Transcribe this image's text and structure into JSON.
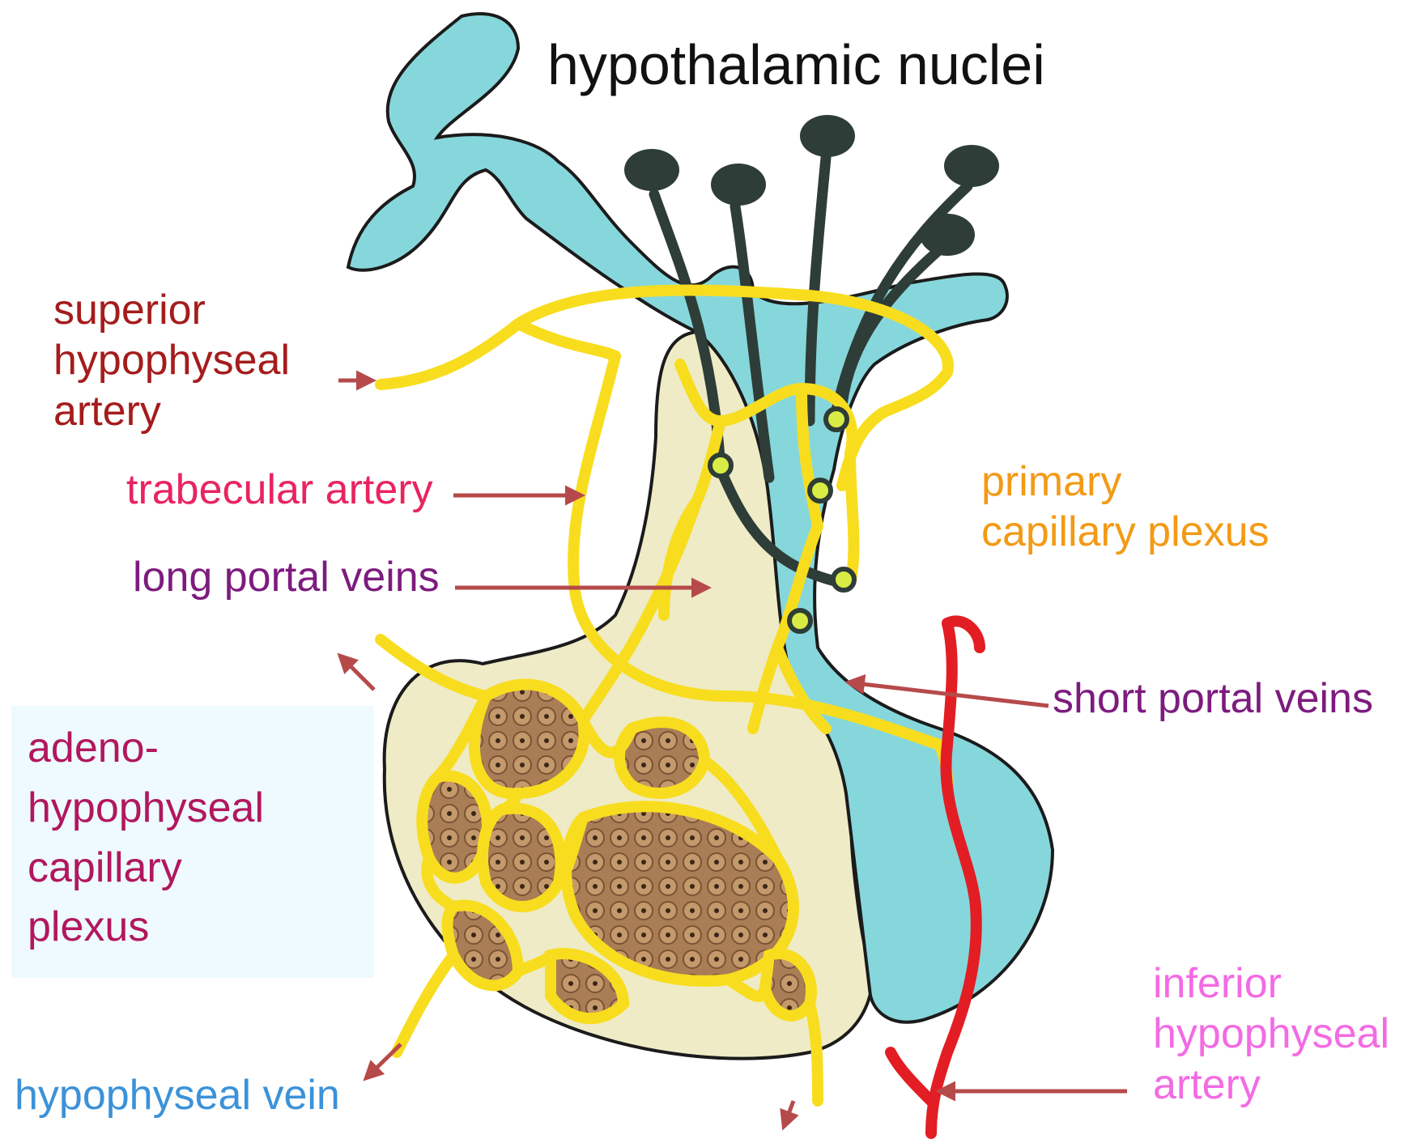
{
  "title": "hypothalamic nuclei",
  "labels": {
    "superior_hypophyseal_artery": [
      "superior",
      "hypophyseal",
      "artery"
    ],
    "trabecular_artery": "trabecular artery",
    "long_portal_veins": "long portal veins",
    "primary_capillary_plexus": [
      "primary",
      "capillary plexus"
    ],
    "short_portal_veins": "short portal veins",
    "adenohypophyseal_capillary_plexus": [
      "adeno-",
      "hypophyseal",
      "capillary",
      "plexus"
    ],
    "hypophyseal_vein": "hypophyseal vein",
    "inferior_hypophyseal_artery": [
      "inferior",
      "hypophyseal",
      "artery"
    ]
  },
  "colors": {
    "superior_hypophyseal_artery": "#a51c1c",
    "trabecular_artery": "#e8245e",
    "long_portal_veins": "#7d1b7e",
    "primary_capillary_plexus": "#f39a16",
    "short_portal_veins": "#7d1b7e",
    "adenohypophyseal_capillary_plexus": "#b2175e",
    "hypophyseal_vein": "#3b92d8",
    "inferior_hypophyseal_artery": "#f36be3",
    "neurohypophysis": "#86d7dc",
    "adenohypophysis": "#eeebc6",
    "capillaries": "#f8dd1f",
    "inferior_artery_vessel": "#e21e24",
    "neurons": "#2e3d37",
    "secretory_tissue": "#a97d55",
    "arrows": "#b64a4a"
  }
}
